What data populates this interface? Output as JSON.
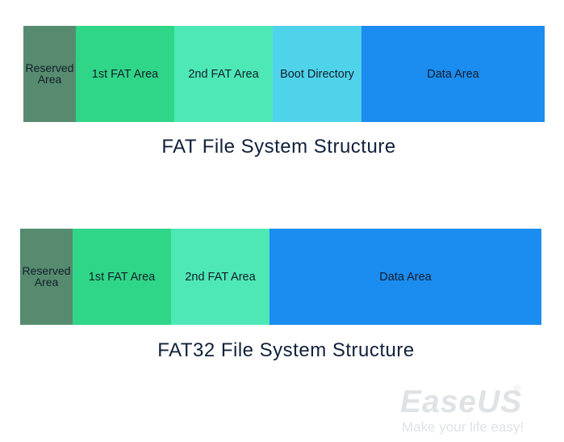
{
  "fat": {
    "caption": "FAT File System Structure",
    "segments": [
      {
        "label": "Reserved\nArea",
        "color": "#568b6f"
      },
      {
        "label": "1st FAT Area",
        "color": "#2fd687"
      },
      {
        "label": "2nd FAT Area",
        "color": "#4de8b6"
      },
      {
        "label": "Boot Directory",
        "color": "#4fd3ea"
      },
      {
        "label": "Data Area",
        "color": "#1b8cf0"
      }
    ]
  },
  "fat32": {
    "caption": "FAT32 File System Structure",
    "segments": [
      {
        "label": "Reserved\nArea",
        "color": "#568b6f"
      },
      {
        "label": "1st FAT Area",
        "color": "#2fd687"
      },
      {
        "label": "2nd FAT Area",
        "color": "#4de8b6"
      },
      {
        "label": "Data Area",
        "color": "#1b8cf0"
      }
    ]
  },
  "watermark": {
    "brand": "EaseUS",
    "registered": "®",
    "tagline": "Make your life easy!"
  }
}
